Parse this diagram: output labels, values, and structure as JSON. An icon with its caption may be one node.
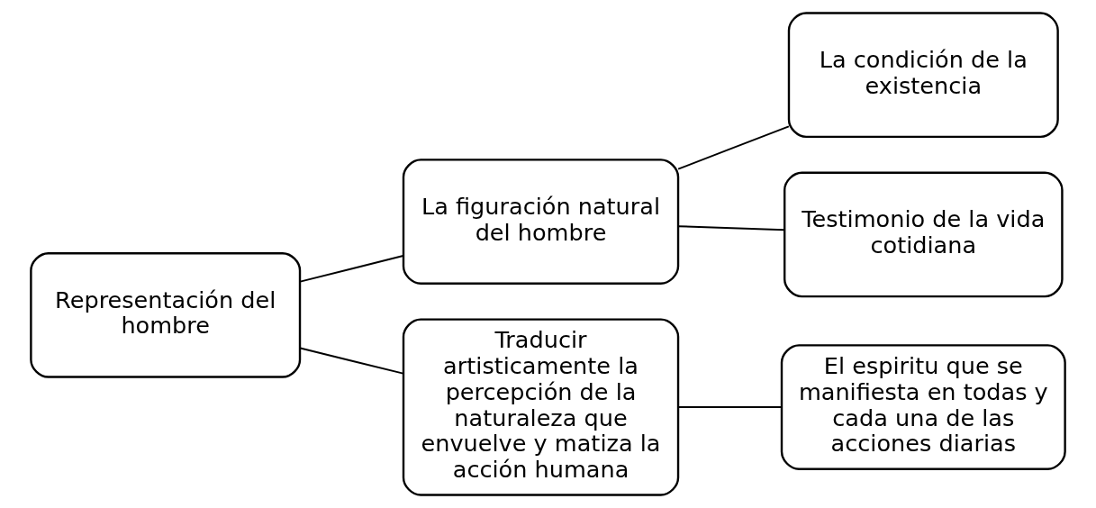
{
  "diagram": {
    "nodes": [
      {
        "text": [
          "Representación del hombre"
        ]
      },
      {
        "text": [
          "La figuración natural del hombre"
        ]
      },
      {
        "text": [
          "Traducir artisticamente la percepción de la naturaleza que envuelve y matiza la acción humana"
        ]
      },
      {
        "text": [
          "La condición de la existencia"
        ]
      },
      {
        "text": [
          "Testimonio de la vida cotidiana"
        ]
      },
      {
        "text": [
          "El espiritu que se manifiesta en todas y cada una de las acciones diarias"
        ]
      }
    ],
    "edges": [
      {
        "from": 0,
        "to": 1,
        "arrow": "none"
      },
      {
        "from": 0,
        "to": 2,
        "arrow": "none"
      },
      {
        "from": 1,
        "to": 3,
        "arrow": "none"
      },
      {
        "from": 1,
        "to": 4,
        "arrow": "none"
      },
      {
        "from": 2,
        "to": 5,
        "arrow": "none"
      }
    ]
  }
}
